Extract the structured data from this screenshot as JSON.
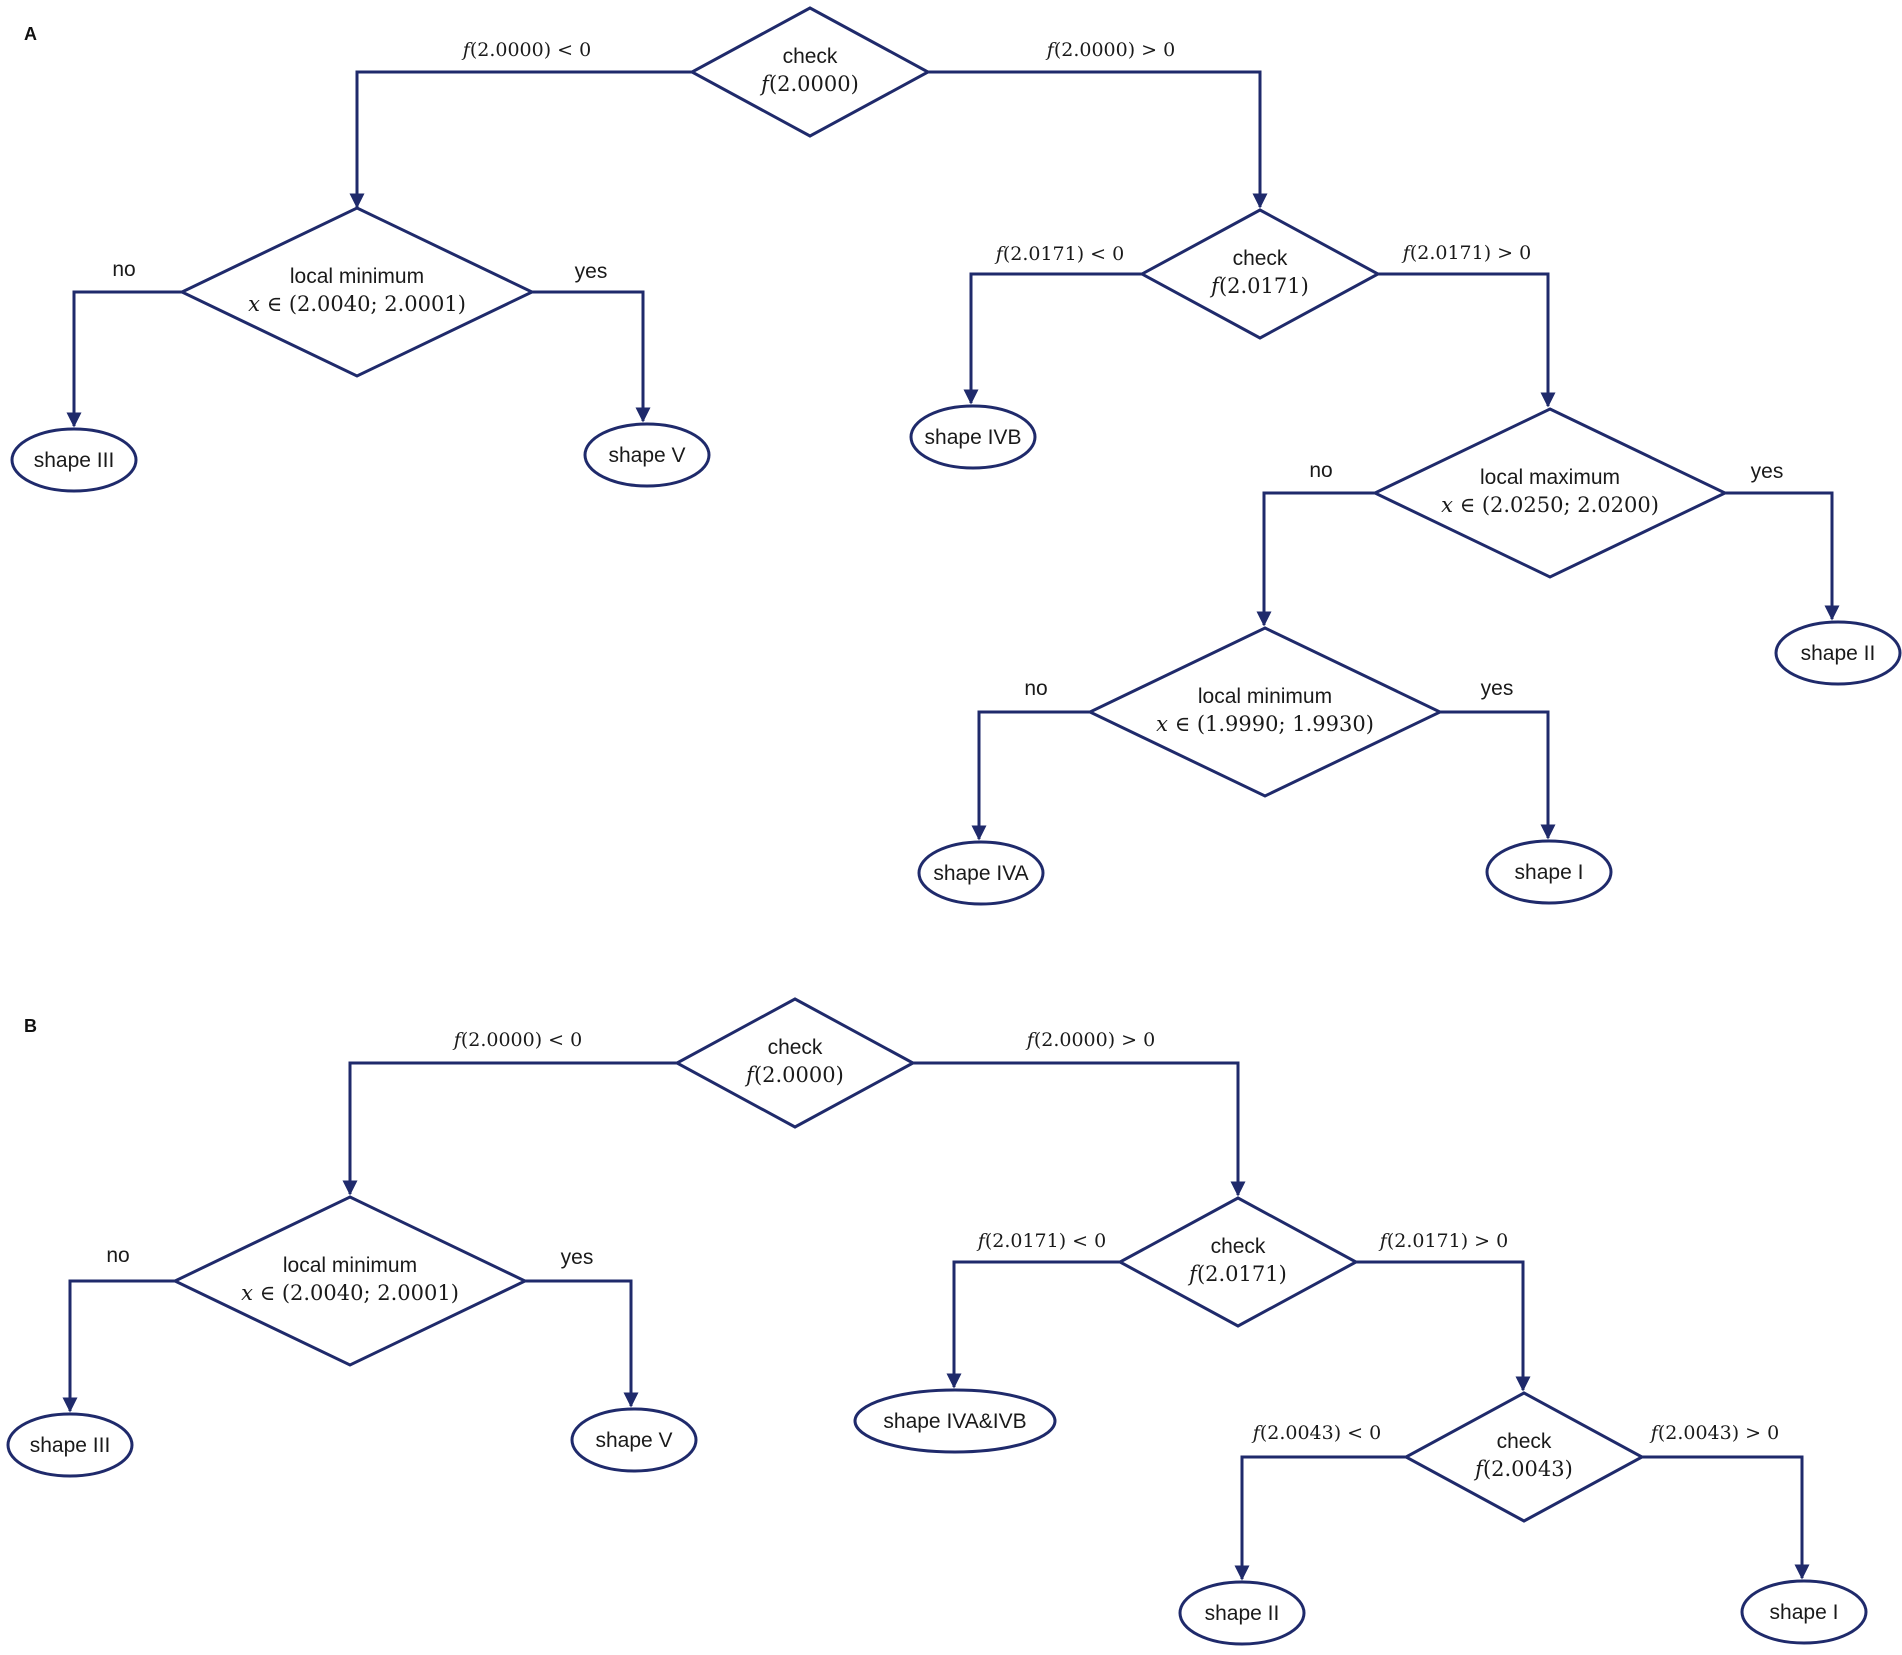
{
  "colors": {
    "stroke": "#1f2a6b",
    "text": "#1a1a1a",
    "background": "#ffffff"
  },
  "panels": [
    {
      "letter": "A",
      "decisions": [
        {
          "id": "a_root",
          "lines": [
            "check",
            "𝑓(2.0000)"
          ]
        },
        {
          "id": "a_locmin",
          "lines": [
            "local minimum",
            "𝑥 ∈ (2.0040; 2.0001)"
          ]
        },
        {
          "id": "a_check2",
          "lines": [
            "check",
            "𝑓(2.0171)"
          ]
        },
        {
          "id": "a_locmax",
          "lines": [
            "local maximum",
            "𝑥 ∈ (2.0250; 2.0200)"
          ]
        },
        {
          "id": "a_locmin2",
          "lines": [
            "local minimum",
            "𝑥 ∈ (1.9990; 1.9930)"
          ]
        }
      ],
      "terminals": [
        {
          "id": "a_t3",
          "label": "shape III"
        },
        {
          "id": "a_t5",
          "label": "shape V"
        },
        {
          "id": "a_t4b",
          "label": "shape IVB"
        },
        {
          "id": "a_t2",
          "label": "shape II"
        },
        {
          "id": "a_t4a",
          "label": "shape IVA"
        },
        {
          "id": "a_t1",
          "label": "shape I"
        }
      ],
      "edge_labels": [
        {
          "id": "a_e1",
          "text": "𝑓(2.0000) < 0",
          "kind": "math"
        },
        {
          "id": "a_e2",
          "text": "𝑓(2.0000) > 0",
          "kind": "math"
        },
        {
          "id": "a_e3",
          "text": "no",
          "kind": "word"
        },
        {
          "id": "a_e4",
          "text": "yes",
          "kind": "word"
        },
        {
          "id": "a_e5",
          "text": "𝑓(2.0171) < 0",
          "kind": "math"
        },
        {
          "id": "a_e6",
          "text": "𝑓(2.0171) > 0",
          "kind": "math"
        },
        {
          "id": "a_e7",
          "text": "no",
          "kind": "word"
        },
        {
          "id": "a_e8",
          "text": "yes",
          "kind": "word"
        },
        {
          "id": "a_e9",
          "text": "no",
          "kind": "word"
        },
        {
          "id": "a_e10",
          "text": "yes",
          "kind": "word"
        }
      ]
    },
    {
      "letter": "B",
      "decisions": [
        {
          "id": "b_root",
          "lines": [
            "check",
            "𝑓(2.0000)"
          ]
        },
        {
          "id": "b_locmin",
          "lines": [
            "local minimum",
            "𝑥 ∈ (2.0040; 2.0001)"
          ]
        },
        {
          "id": "b_check2",
          "lines": [
            "check",
            "𝑓(2.0171)"
          ]
        },
        {
          "id": "b_check3",
          "lines": [
            "check",
            "𝑓(2.0043)"
          ]
        }
      ],
      "terminals": [
        {
          "id": "b_t3",
          "label": "shape III"
        },
        {
          "id": "b_t5",
          "label": "shape V"
        },
        {
          "id": "b_t4ab",
          "label": "shape IVA&IVB"
        },
        {
          "id": "b_t2",
          "label": "shape II"
        },
        {
          "id": "b_t1",
          "label": "shape I"
        }
      ],
      "edge_labels": [
        {
          "id": "b_e1",
          "text": "𝑓(2.0000) < 0",
          "kind": "math"
        },
        {
          "id": "b_e2",
          "text": "𝑓(2.0000) > 0",
          "kind": "math"
        },
        {
          "id": "b_e3",
          "text": "no",
          "kind": "word"
        },
        {
          "id": "b_e4",
          "text": "yes",
          "kind": "word"
        },
        {
          "id": "b_e5",
          "text": "𝑓(2.0171) < 0",
          "kind": "math"
        },
        {
          "id": "b_e6",
          "text": "𝑓(2.0171) > 0",
          "kind": "math"
        },
        {
          "id": "b_e7",
          "text": "𝑓(2.0043) < 0",
          "kind": "math"
        },
        {
          "id": "b_e8",
          "text": "𝑓(2.0043) > 0",
          "kind": "math"
        }
      ]
    }
  ]
}
